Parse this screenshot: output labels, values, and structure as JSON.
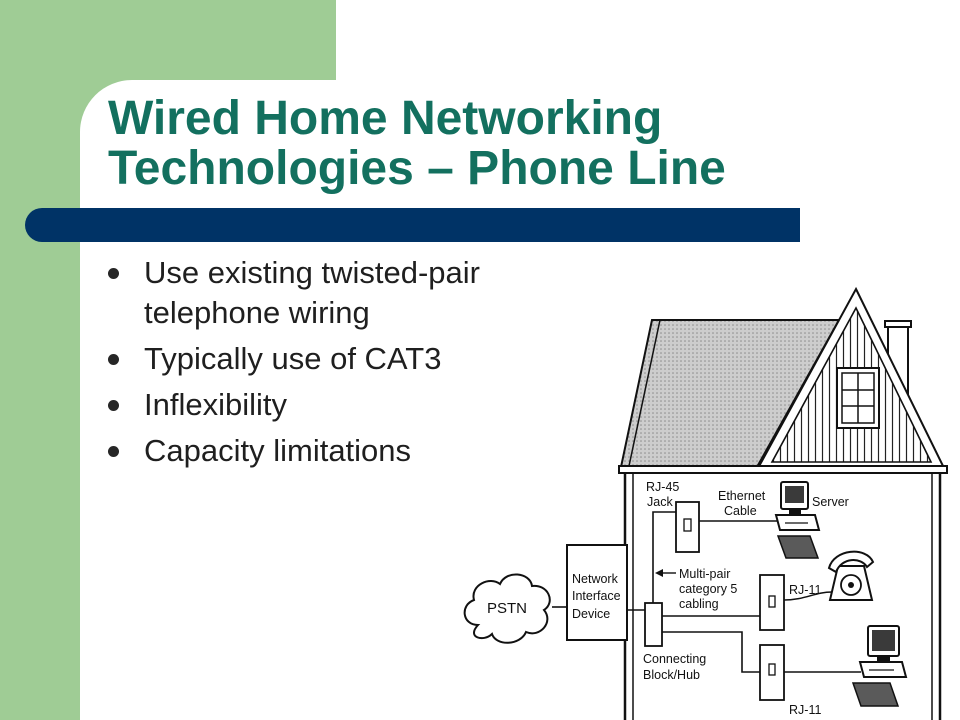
{
  "slide": {
    "title": "Wired Home Networking Technologies – Phone Line",
    "bullets": [
      "Use existing twisted-pair telephone wiring",
      "Typically use of CAT3",
      "Inflexibility",
      "Capacity limitations"
    ]
  },
  "diagram": {
    "pstn_label": "PSTN",
    "nid_label": [
      "Network",
      "Interface",
      "Device"
    ],
    "rj45_label": [
      "RJ-45",
      "Jack"
    ],
    "ethernet_label": [
      "Ethernet",
      "Cable"
    ],
    "server_label": "Server",
    "cabling_label": [
      "Multi-pair",
      "category 5",
      "cabling"
    ],
    "rj11_upper_label": "RJ-11",
    "rj11_lower_label": "RJ-11",
    "connecting_block_label": [
      "Connecting",
      "Block/Hub"
    ],
    "icons": {
      "network": "cloud-icon",
      "building": "house-icon",
      "server": "computer-icon",
      "phone": "telephone-icon",
      "workstation": "computer-icon"
    }
  },
  "colors": {
    "sidebar_green": "#9FCC95",
    "accent_bar_navy": "#003366",
    "title_teal": "#13705F",
    "body_text": "#1F1F1F"
  }
}
